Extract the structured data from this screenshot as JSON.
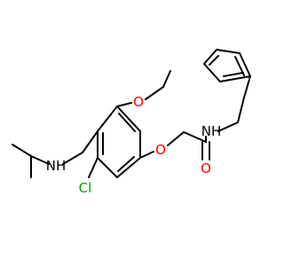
{
  "molecule": {
    "atoms": {
      "nh_amine": {
        "text": "NH",
        "color": "#000000"
      },
      "nh_amide": {
        "text": "NH",
        "color": "#000000"
      },
      "o_ether_top": {
        "text": "O",
        "color": "#ff0000"
      },
      "o_ether_mid": {
        "text": "O",
        "color": "#ff0000"
      },
      "o_carbonyl": {
        "text": "O",
        "color": "#ff0000"
      },
      "cl": {
        "text": "Cl",
        "color": "#00a000"
      }
    },
    "colors": {
      "bond": "#000000",
      "oxygen": "#ff0000",
      "chlorine": "#00a000",
      "nitrogen": "#000000"
    }
  }
}
